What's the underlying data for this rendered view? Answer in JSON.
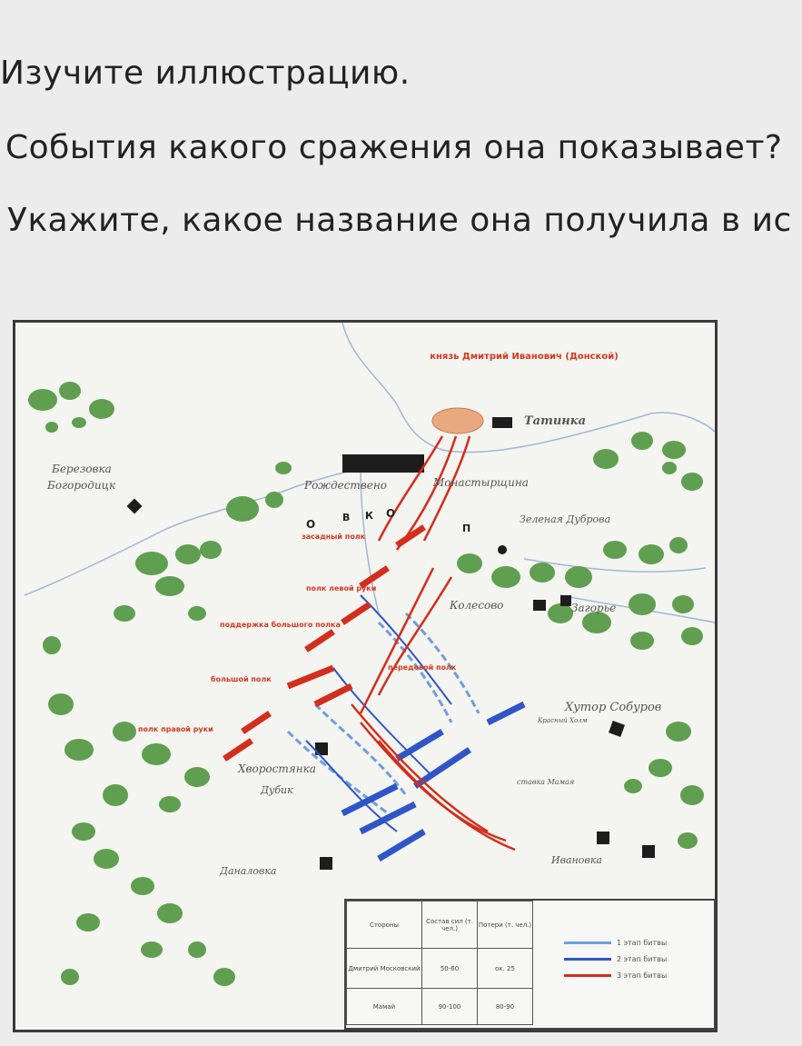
{
  "question": {
    "line1": "Изучите иллюстрацию.",
    "line2": "События какого сражения она показывает?",
    "line3": "Укажите, какое название она получила в ис"
  },
  "map": {
    "commander": "князь Дмитрий Иванович (Донской)",
    "places": {
      "tatinka": "Татинка",
      "berezovka": "Березовка",
      "bogoroditsk": "Богородицк",
      "rozhdestveno": "Рождествено",
      "monastyrshchina": "Монастырщина",
      "zelenaya_dubrava": "Зеленая Дуброва",
      "kolesovo": "Колесово",
      "zagore": "Загорье",
      "khutor_soburov": "Хутор Собуров",
      "krasny_kholm": "Красный Холм",
      "khvorostyanka": "Хворостянка",
      "dubik": "Дубик",
      "donskaya": "Даналовка",
      "ivanovka": "Ивановка",
      "stavka_mamaya": "ставка Мамая"
    },
    "units": {
      "zasadny": "засадный полк",
      "levaya_ruka": "полк левой руки",
      "podderzhka": "поддержка большого полка",
      "bolshoy": "большой полк",
      "peredovoy": "передовой полк",
      "pravaya_ruka": "полк правой руки"
    },
    "letters": {
      "o1": "О",
      "v": "В",
      "k": "К",
      "o2": "О",
      "p": "П"
    }
  },
  "legend": {
    "header_sides": "Стороны",
    "header_forces": "Состав сил (т. чел.)",
    "header_losses": "Потери (т. чел.)",
    "row1_side": "Дмитрий Московский",
    "row1_forces": "50-60",
    "row1_losses": "ок. 25",
    "row2_side": "Мамай",
    "row2_forces": "90-100",
    "row2_losses": "80-90",
    "stage1": "1 этап битвы",
    "stage2": "2 этап битвы",
    "stage3": "3 этап битвы",
    "colors": {
      "stage1": "#6f9fd8",
      "stage2": "#2f55c8",
      "stage3": "#d32e1b",
      "forest": "#5f9f4f"
    }
  }
}
